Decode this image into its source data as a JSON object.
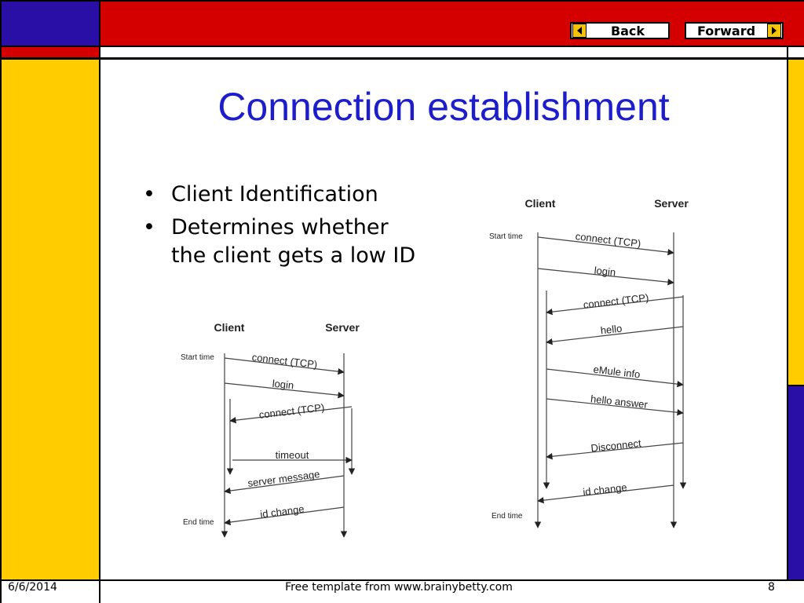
{
  "nav": {
    "back_label": "Back",
    "forward_label": "Forward"
  },
  "slide": {
    "title": "Connection establishment",
    "bullets": [
      "Client Identification",
      "Determines whether the client gets a low ID"
    ]
  },
  "footer": {
    "date": "6/6/2014",
    "credit": "Free template from www.brainybetty.com",
    "page": "8"
  },
  "diagram_left": {
    "client_label": "Client",
    "server_label": "Server",
    "start_label": "Start time",
    "end_label": "End time",
    "messages": [
      "connect (TCP)",
      "login",
      "connect (TCP)",
      "timeout",
      "server message",
      "id change"
    ]
  },
  "diagram_right": {
    "client_label": "Client",
    "server_label": "Server",
    "start_label": "Start time",
    "end_label": "End time",
    "messages": [
      "connect (TCP)",
      "login",
      "connect (TCP)",
      "hello",
      "eMule info",
      "hello answer",
      "Disconnect",
      "id change"
    ]
  },
  "colors": {
    "blue": "#2a0fa6",
    "red": "#d40000",
    "yellow": "#ffcc00",
    "title": "#1d1dcc"
  }
}
